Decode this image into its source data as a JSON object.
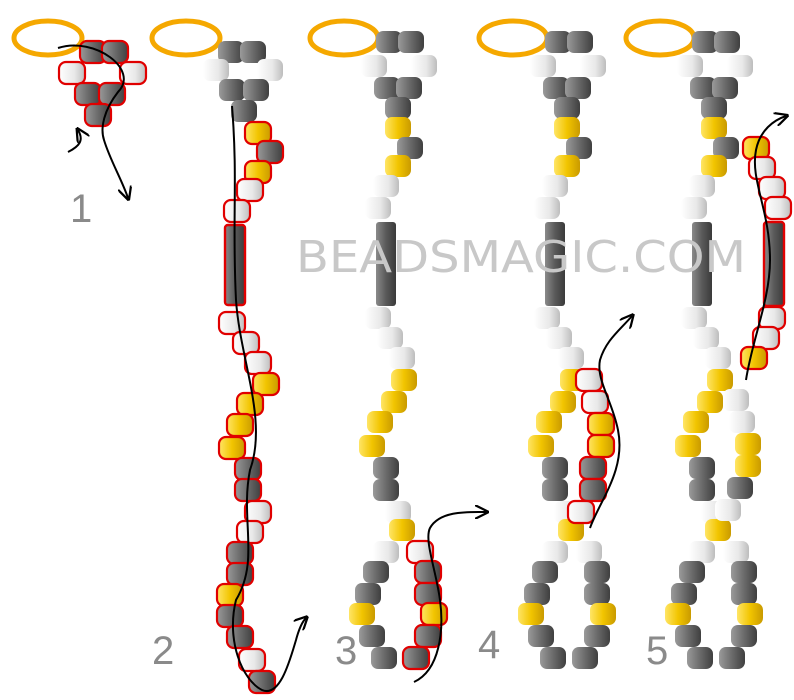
{
  "watermark": "BEADSMAGIC.COM",
  "steps": [
    {
      "number": "1"
    },
    {
      "number": "2"
    },
    {
      "number": "3"
    },
    {
      "number": "4"
    },
    {
      "number": "5"
    }
  ],
  "colors": {
    "ring": "#f5a800",
    "bead_dark": "#6b6b6b",
    "bead_light": "#e6e6e6",
    "bead_yellow": "#f2c500",
    "bugle": "#666666",
    "highlight": "#e00000",
    "thread": "#000000",
    "label": "#8a8a8a",
    "watermark": "#c8c8c8"
  },
  "bead_types": [
    "dark-seed-bead",
    "light-seed-bead",
    "yellow-seed-bead",
    "bugle-bead",
    "earring-ring"
  ],
  "icons": [
    "thread-path-arrow"
  ]
}
